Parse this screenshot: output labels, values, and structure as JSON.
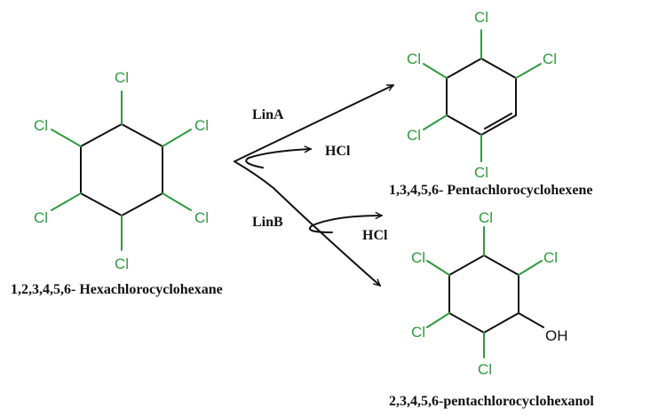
{
  "colors": {
    "chlorine": "#2e9a3e",
    "bond": "#111111",
    "background": "#ffffff"
  },
  "atoms": {
    "cl": "Cl",
    "oh": "OH"
  },
  "compounds": {
    "reactant": "1,2,3,4,5,6- Hexachlorocyclohexane",
    "product_a": "1,3,4,5,6- Pentachlorocyclohexene",
    "product_b": "2,3,4,5,6-pentachlorocyclohexanol"
  },
  "enzymes": {
    "a": "LinA",
    "b": "LinB"
  },
  "byproducts": {
    "a": "HCl",
    "b": "HCl"
  }
}
